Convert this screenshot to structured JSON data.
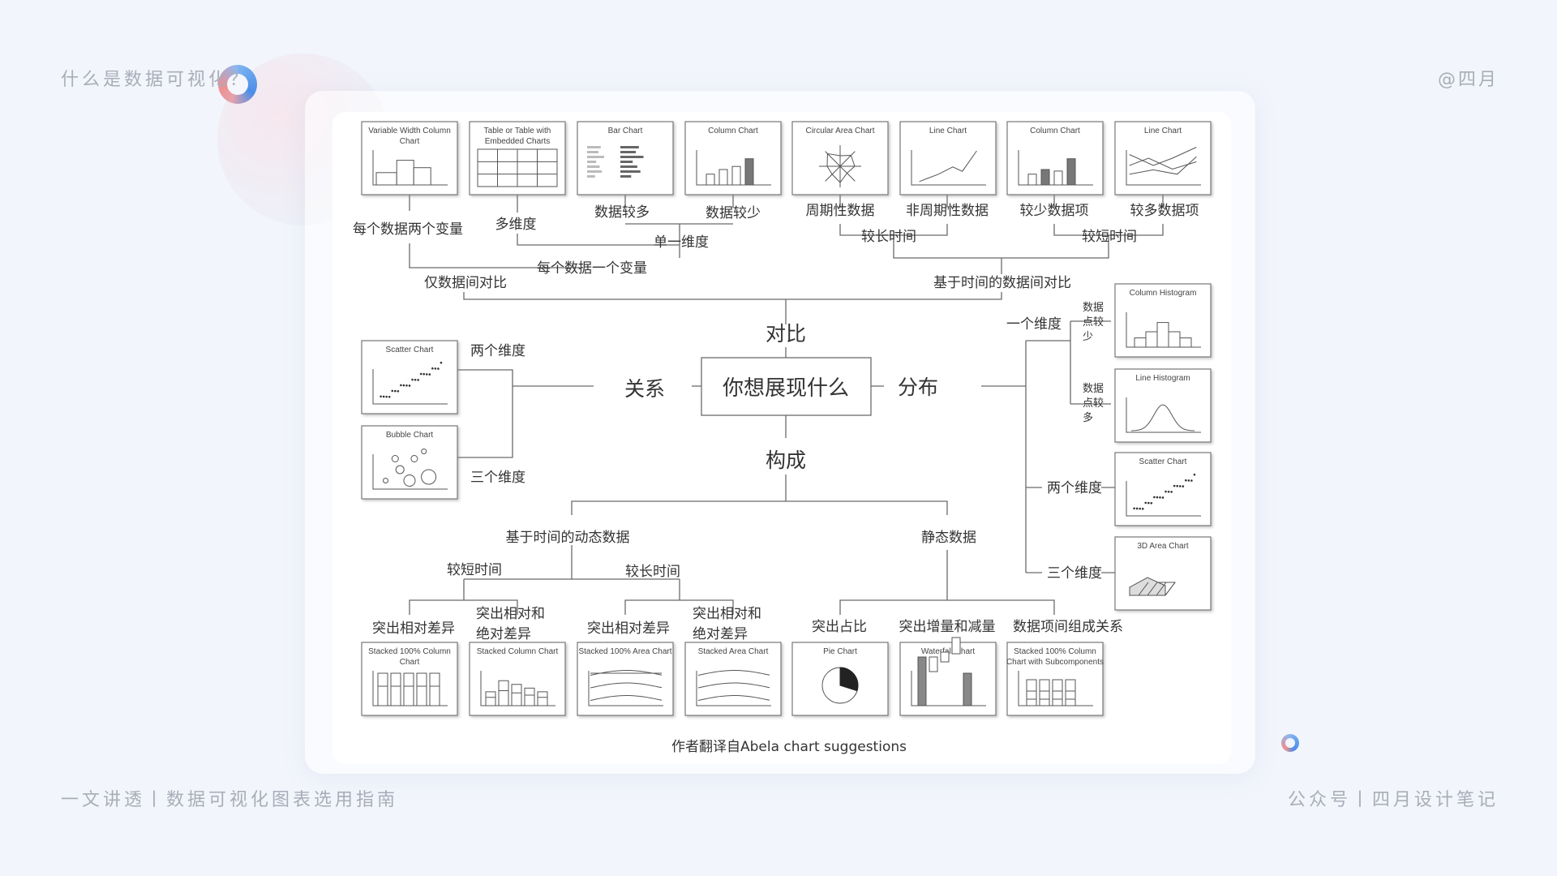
{
  "header": {
    "title": "什么是数据可视化？",
    "author": "@四月"
  },
  "footer": {
    "left": "一文讲透丨数据可视化图表选用指南",
    "right": "公众号丨四月设计笔记"
  },
  "diagram": {
    "center": "你想展现什么",
    "branches": {
      "compare": "对比",
      "relation": "关系",
      "distribution": "分布",
      "composition": "构成"
    },
    "labels": {
      "two_vars_per_item": "每个数据两个变量",
      "multi_dim": "多维度",
      "many_items": "数据较多",
      "few_items": "数据较少",
      "cyclic": "周期性数据",
      "non_cyclic": "非周期性数据",
      "few_points": "较少数据项",
      "many_points": "较多数据项",
      "single_dim": "单一维度",
      "long_time": "较长时间",
      "short_time": "较短时间",
      "one_var_per_item": "每个数据一个变量",
      "only_between_items": "仅数据间对比",
      "time_based": "基于时间的数据间对比",
      "one_dim": "一个维度",
      "dist_few": "数据点较少",
      "dist_many": "数据点较多",
      "rel_two_dim": "两个维度",
      "rel_three_dim": "三个维度",
      "dist_two_dim": "两个维度",
      "dist_three_dim": "三个维度",
      "dynamic": "基于时间的动态数据",
      "static": "静态数据",
      "comp_short": "较短时间",
      "comp_long": "较长时间",
      "rel_diff_1": "突出相对差异",
      "rel_abs_1": "突出相对和绝对差异",
      "rel_diff_2": "突出相对差异",
      "rel_abs_2": "突出相对和绝对差异",
      "share": "突出占比",
      "incdec": "突出增量和减量",
      "subcomp": "数据项间组成关系"
    },
    "charts": {
      "vw_column": "Variable Width Column Chart",
      "table_embedded": "Table or Table with Embedded Charts",
      "bar": "Bar Chart",
      "column1": "Column Chart",
      "circular_area": "Circular Area Chart",
      "line1": "Line Chart",
      "column2": "Column Chart",
      "line2": "Line Chart",
      "column_hist": "Column Histogram",
      "line_hist": "Line Histogram",
      "scatter_rel": "Scatter Chart",
      "bubble": "Bubble Chart",
      "scatter_dist": "Scatter Chart",
      "area3d": "3D Area Chart",
      "stacked100_col": "Stacked 100% Column Chart",
      "stacked_col": "Stacked Column Chart",
      "stacked100_area": "Stacked 100% Area Chart",
      "stacked_area": "Stacked Area Chart",
      "pie": "Pie Chart",
      "waterfall": "Waterfall Chart",
      "stacked100_sub": "Stacked 100% Column Chart with Subcomponents"
    },
    "caption": "作者翻译自Abela chart suggestions"
  }
}
